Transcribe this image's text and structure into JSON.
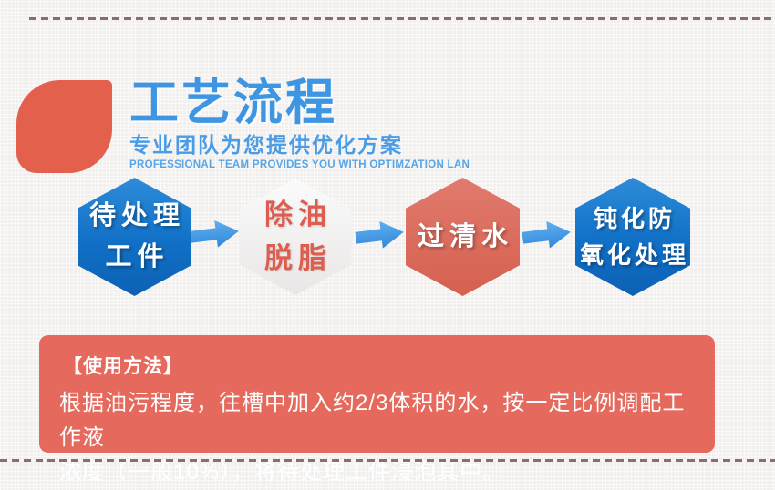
{
  "page": {
    "top_dash_color": "#8d6b74",
    "background_color": "#f2f0ee"
  },
  "header": {
    "title": "工艺流程",
    "subtitle": "专业团队为您提供优化方案",
    "subtitle_en": "PROFESSIONAL TEAM PROVIDES YOU WITH OPTIMZATION LAN",
    "title_color": "#3e96e2",
    "accent_shape_color": "#e2604c"
  },
  "process_flow": {
    "steps": [
      {
        "line1": "待处理",
        "line2": "工件",
        "fill_color": "#1272c8",
        "text_color": "#ffffff"
      },
      {
        "line1": "除油",
        "line2": "脱脂",
        "fill_color": "#f2f1f0",
        "text_color": "#dd5d4e"
      },
      {
        "line1": "过清水",
        "line2": "",
        "fill_color": "#dc6c5f",
        "text_color": "#ffffff"
      },
      {
        "line1": "钝化防",
        "line2": "氧化处理",
        "fill_color": "#1272c8",
        "text_color": "#ffffff"
      }
    ],
    "arrow_color": "#3d95e2",
    "arrow_direction": "right"
  },
  "usage_box": {
    "bg_color": "#e5695c",
    "heading": "【使用方法】",
    "body_lines": [
      "根据油污程度，往槽中加入约2/3体积的水，按一定比例调配工作液",
      "浓度（一般10%），将待处理工件浸泡其中。"
    ]
  }
}
